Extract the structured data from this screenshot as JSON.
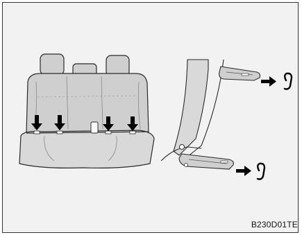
{
  "figure_code": "B230D01TE",
  "colors": {
    "background": "#f2f2f2",
    "seat_fill": "#cfcfcf",
    "seat_shade": "#b8b8b8",
    "outline": "#2a2a2a",
    "arrow": "#000000"
  },
  "icons": {
    "downward_arrows": 4,
    "release_arrows": 2,
    "hooks": 2
  }
}
